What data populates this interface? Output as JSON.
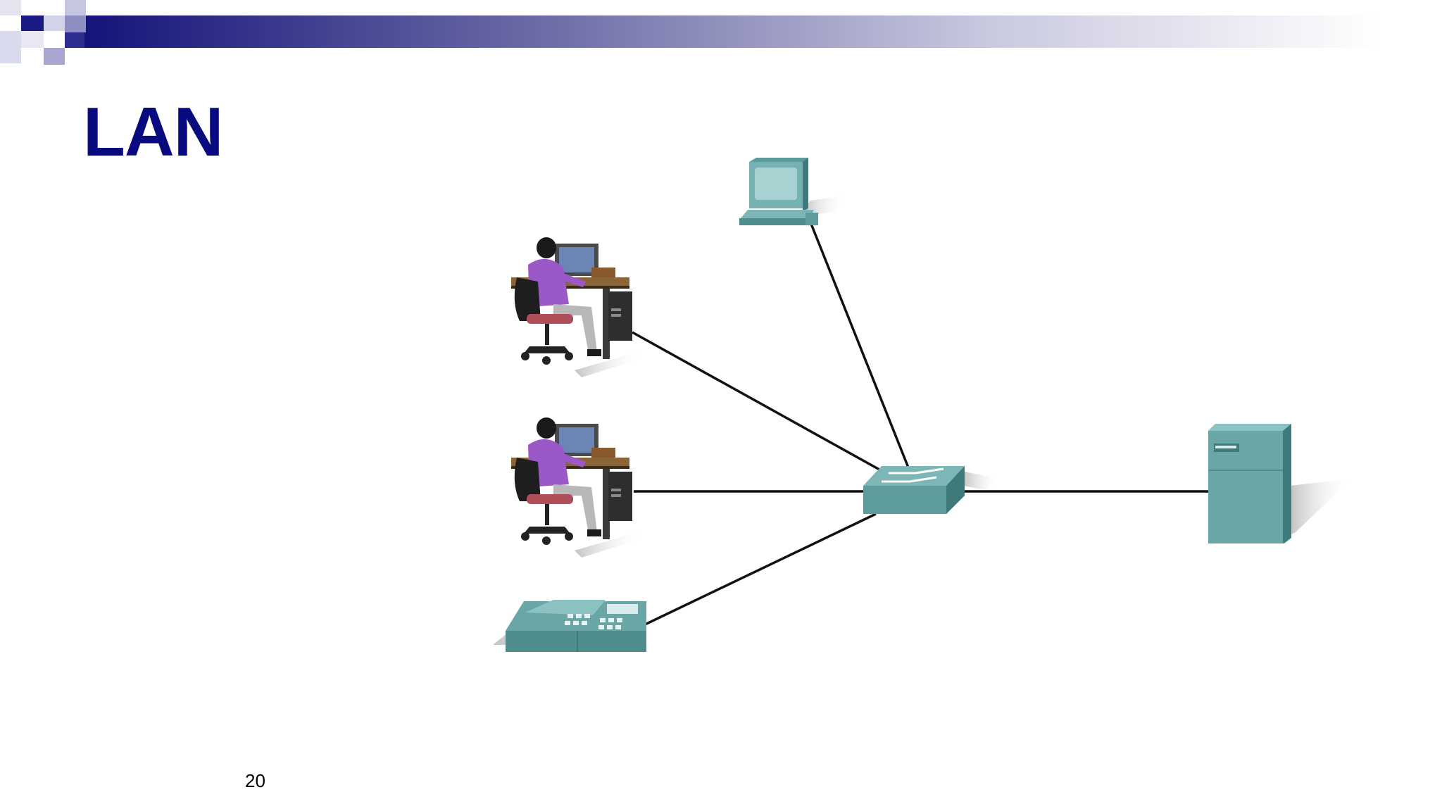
{
  "slide": {
    "title": "LAN",
    "page_number": "20"
  },
  "diagram": {
    "nodes": [
      {
        "id": "desktop-computer",
        "icon": "desktop-computer-icon"
      },
      {
        "id": "user-workstation-1",
        "icon": "user-workstation-icon"
      },
      {
        "id": "user-workstation-2",
        "icon": "user-workstation-icon"
      },
      {
        "id": "ip-phone",
        "icon": "ip-phone-icon"
      },
      {
        "id": "lan-switch",
        "icon": "switch-icon"
      },
      {
        "id": "server",
        "icon": "server-icon"
      }
    ],
    "links": [
      [
        "desktop-computer",
        "lan-switch"
      ],
      [
        "user-workstation-1",
        "lan-switch"
      ],
      [
        "user-workstation-2",
        "lan-switch"
      ],
      [
        "ip-phone",
        "lan-switch"
      ],
      [
        "lan-switch",
        "server"
      ]
    ]
  },
  "colors": {
    "title": "#0a0a80",
    "header_dark": "#14147a",
    "device_teal": "#5e9c9c",
    "link": "#111111"
  }
}
